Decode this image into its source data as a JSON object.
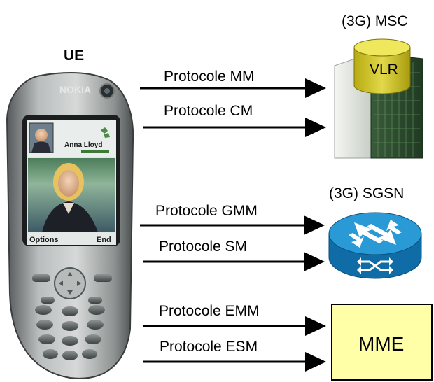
{
  "ue_label": "UE",
  "phone": {
    "brand": "NOKIA",
    "caller_name": "Anna Lloyd",
    "softkey_left": "Options",
    "softkey_right": "End"
  },
  "nodes": {
    "msc": {
      "title": "(3G) MSC",
      "inner": "VLR"
    },
    "sgsn": {
      "title": "(3G) SGSN"
    },
    "mme": {
      "label": "MME"
    }
  },
  "protocols": [
    "Protocole MM",
    "Protocole CM",
    "Protocole GMM",
    "Protocole SM",
    "Protocole EMM",
    "Protocole ESM"
  ],
  "colors": {
    "mme_fill": "#FFFFA8",
    "vlr_fill": "#D9CE1A",
    "router_fill": "#1B88C4"
  }
}
